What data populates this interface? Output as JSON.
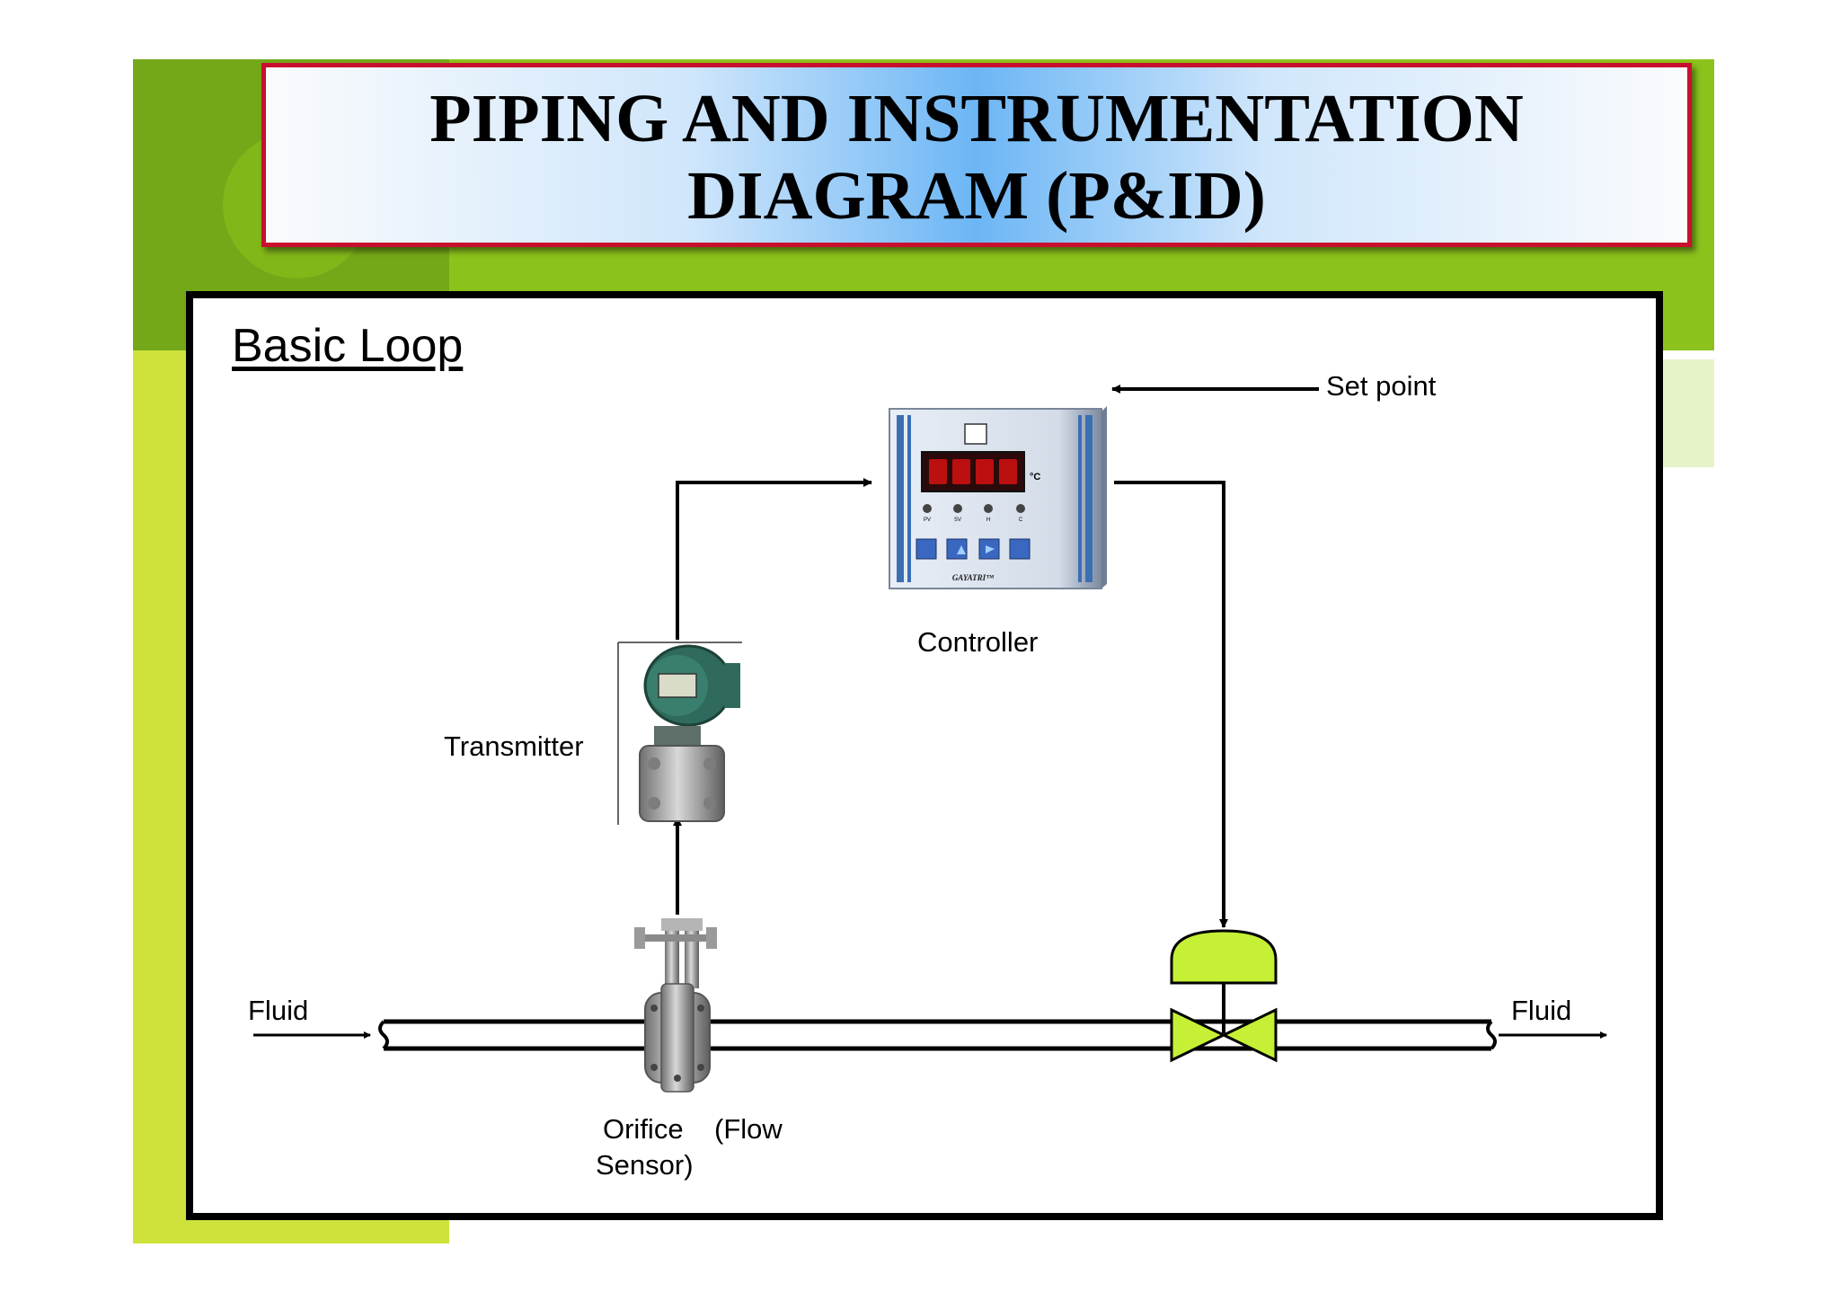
{
  "title": {
    "line1": "PIPING AND INSTRUMENTATION",
    "line2": "DIAGRAM (P&ID)"
  },
  "heading": "Basic Loop",
  "labels": {
    "set_point": "Set point",
    "controller": "Controller",
    "transmitter": "Transmitter",
    "fluid_in": "Fluid",
    "fluid_out": "Fluid",
    "orifice_line1": "Orifice    (Flow",
    "orifice_line2": "Sensor)"
  },
  "controller_device": {
    "display_unit": "°C",
    "indicators": [
      "PV",
      "SV",
      "H",
      "C"
    ],
    "brand": "GAYATRI™"
  },
  "colors": {
    "green_dark": "#7cb518",
    "green_light": "#cfe23c",
    "title_border": "#c8102e",
    "valve_fill": "#c6f036",
    "display_red": "#cc1111"
  }
}
